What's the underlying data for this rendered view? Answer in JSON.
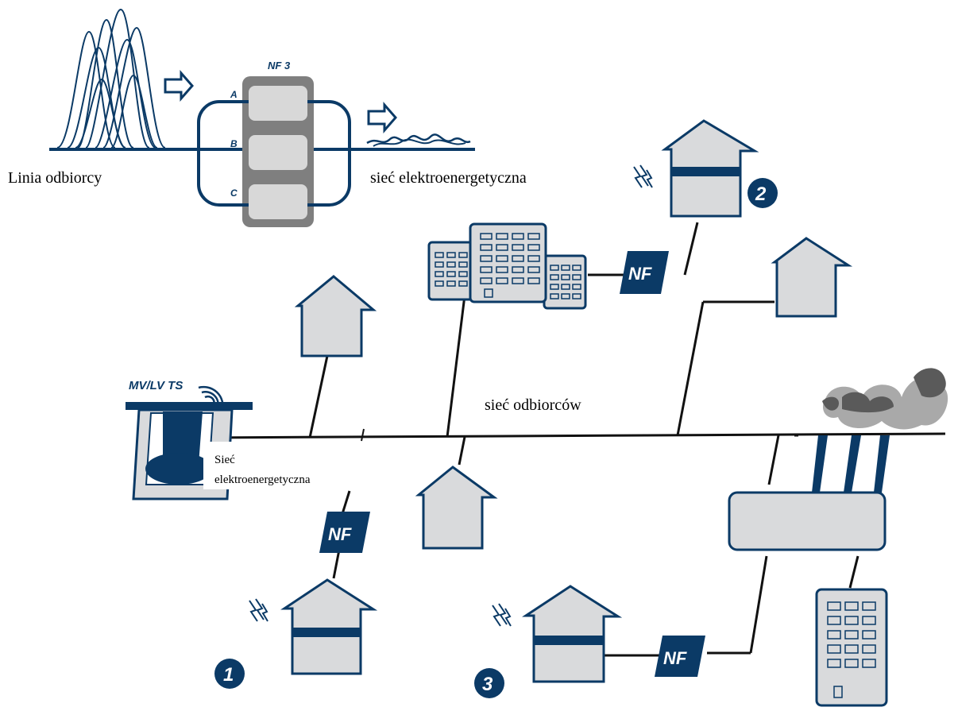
{
  "colors": {
    "line": "#111111",
    "navy": "#0b3a66",
    "house_fill": "#d9dadc",
    "filter_body": "#7f7f7f",
    "filter_slot": "#d8d8d8",
    "smoke_dark": "#5a5a5a",
    "smoke_light": "#a9a9a9"
  },
  "filter_inset": {
    "title": "NF 3",
    "port_a": "A",
    "port_b": "B",
    "port_c": "C"
  },
  "labels": {
    "customer_line": "Linia odbiorcy",
    "power_grid_top": "sieć elektroenergetyczna",
    "customer_network": "sieć odbiorców",
    "power_grid_station_1": "Sieć",
    "power_grid_station_2": "elektroenergetyczna",
    "transformer": "MV/LV TS"
  },
  "filters": {
    "nf_1": "NF",
    "nf_2": "NF",
    "nf_3": "NF"
  },
  "markers": {
    "m1": "1",
    "m2": "2",
    "m3": "3"
  }
}
